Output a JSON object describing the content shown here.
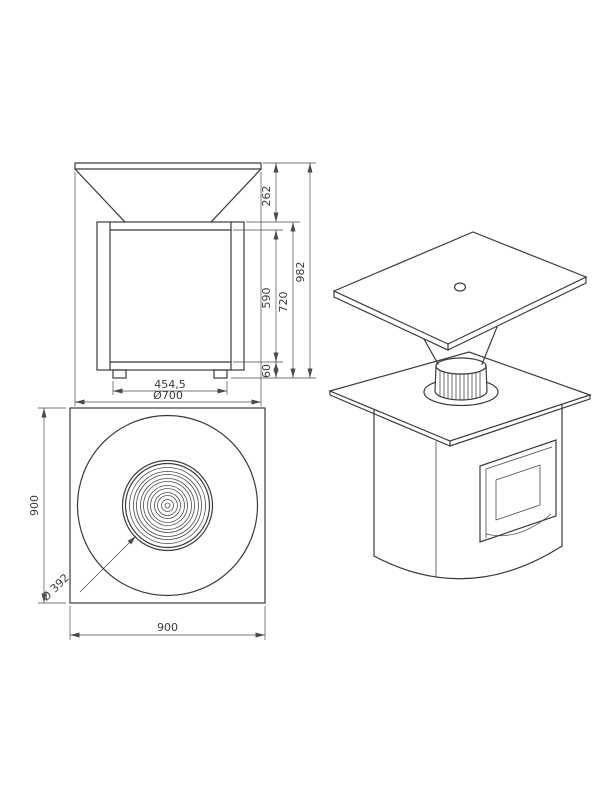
{
  "drawing": {
    "front_view": {
      "cone_height": "262",
      "total_height": "982",
      "opening_height": "590",
      "base_height": "720",
      "feet_height": "60",
      "feet_spacing": "454,5",
      "bowl_diameter": "Ø700"
    },
    "plan_view": {
      "width_left": "900",
      "width_bottom": "900",
      "grate_diameter": "Ø 392"
    },
    "colors": {
      "line": "#3b3b3b",
      "dimension": "#4a4a4a",
      "background": "#ffffff"
    }
  }
}
